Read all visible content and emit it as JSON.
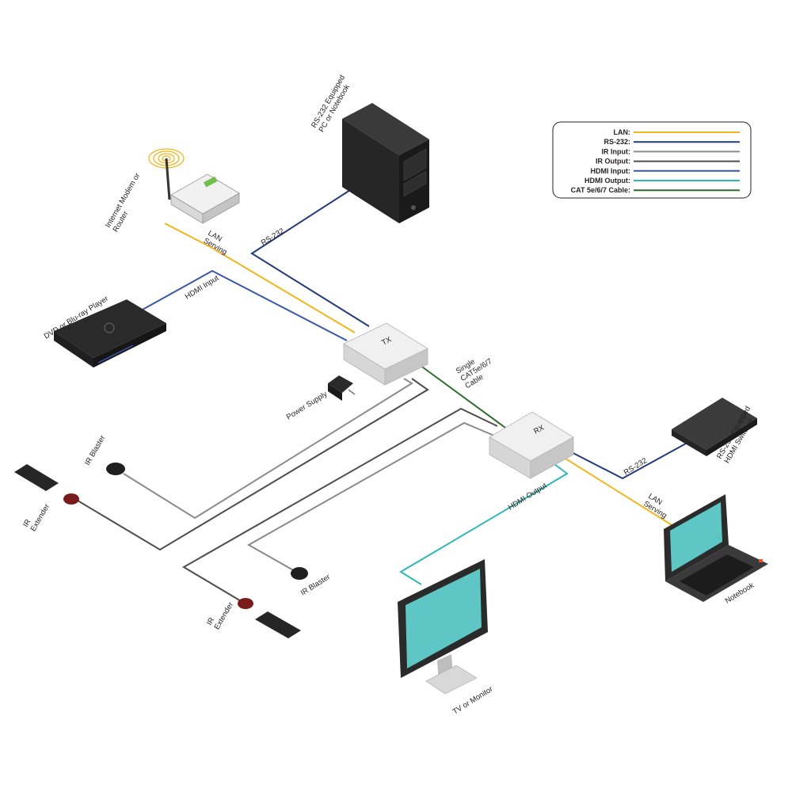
{
  "legend": {
    "items": [
      {
        "label": "LAN:",
        "color": "#f2b51d"
      },
      {
        "label": "RS-232:",
        "color": "#243a7d"
      },
      {
        "label": "IR Input:",
        "color": "#8a8a8a"
      },
      {
        "label": "IR Output:",
        "color": "#4d4d4d"
      },
      {
        "label": "HDMI Input:",
        "color": "#3a56a8"
      },
      {
        "label": "HDMI Output:",
        "color": "#2fb8b5"
      },
      {
        "label": "CAT 5e/6/7 Cable:",
        "color": "#2f6b2e"
      }
    ]
  },
  "devices": {
    "pc": "RS-232 Equipped\nPC or Notebook",
    "router": "Internet Modem or\nRouter",
    "dvd": "DVD or Blu-ray Player",
    "power": "Power Supply",
    "ir_blaster_left": "IR Blaster",
    "ir_extender_left": "IR\nExtender",
    "ir_blaster_bottom": "IR Blaster",
    "ir_extender_bottom": "IR\nExtender",
    "tv": "TV or Monitor",
    "notebook": "Notebook",
    "switcher": "RS-232 Equipped\nHDMI Switcher",
    "tx": "TX",
    "rx": "RX"
  },
  "cables": {
    "lan_tx": "LAN\nServing",
    "rs232_tx": "RS-232",
    "hdmi_input": "HDMI Input",
    "cat": "Single\nCAT5e/6/7\nCable",
    "rs232_rx": "RS-232",
    "lan_rx": "LAN\nServing",
    "hdmi_output": "HDMI Output"
  }
}
